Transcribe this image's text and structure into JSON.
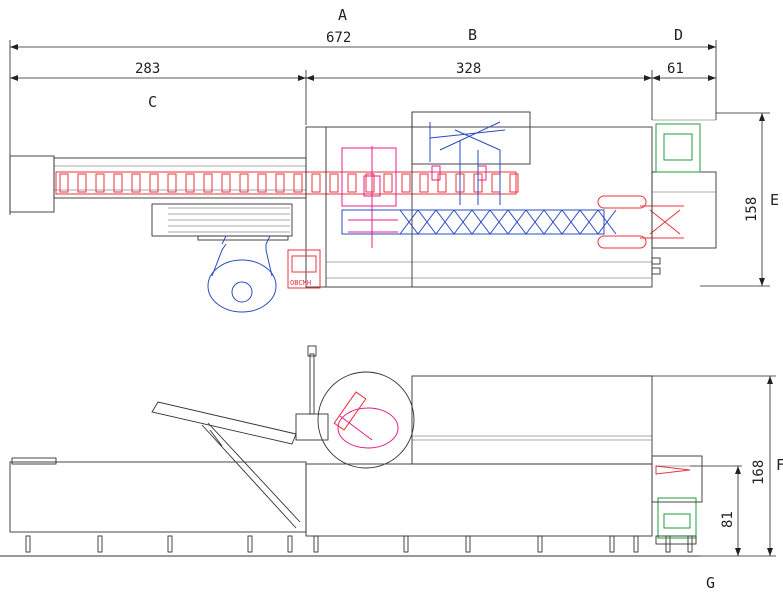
{
  "labels": {
    "A": "A",
    "B": "B",
    "C": "C",
    "D": "D",
    "E": "E",
    "F": "F",
    "G": "G"
  },
  "dimensions": {
    "overall_length": "672",
    "infeed_length": "283",
    "machine_length": "328",
    "outfeed_length": "61",
    "top_view_height": "158",
    "side_view_height": "168",
    "outfeed_height": "81"
  },
  "panel_text": "OBCMH",
  "colors": {
    "line": "#333333",
    "conveyor": "#e8343c",
    "wrapper": "#e0208a",
    "mechanism": "#2a4cc0",
    "outfeed_box": "#1f9e3a"
  }
}
